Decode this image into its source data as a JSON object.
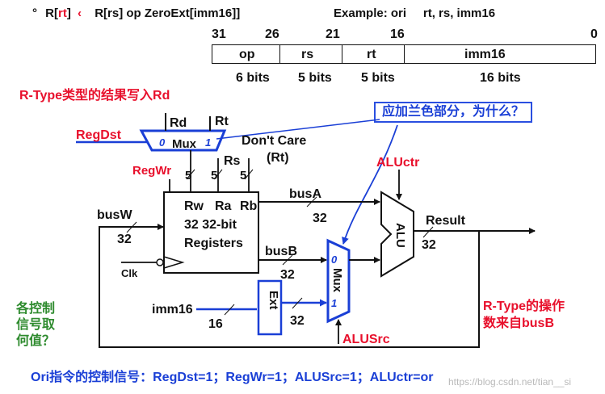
{
  "header": {
    "bullet": "°",
    "rt_prefix": "R[",
    "rt_reg": "rt",
    "rt_suffix": "]",
    "arrow": "‹",
    "expr": "R[rs] op ZeroExt[imm16]]",
    "example": "Example: ori     rt, rs, imm16"
  },
  "format": {
    "bit_labels": [
      "31",
      "26",
      "21",
      "16",
      "0"
    ],
    "fields": [
      "op",
      "rs",
      "rt",
      "imm16"
    ],
    "widths": [
      "6 bits",
      "5 bits",
      "5 bits",
      "16 bits"
    ]
  },
  "notes": {
    "rtype_title": "R-Type类型的结果写入Rd",
    "callout": "应加兰色部分，为什么？",
    "control_q": [
      "各控制",
      "信号取",
      "何值？"
    ],
    "rtype_operand": [
      "R-Type的操作",
      "数来自busB"
    ],
    "bottom": "Ori指令的控制信号：RegDst=1；RegWr=1；ALUSrc=1；ALUctr=or",
    "watermark": "https://blog.csdn.net/tian__si"
  },
  "diagram": {
    "regdst": "RegDst",
    "rd": "Rd",
    "rt": "Rt",
    "mux_top": "Mux",
    "mux_top_in0": "0",
    "mux_top_in1": "1",
    "dont_care": "Don't Care",
    "dont_care_rt": "(Rt)",
    "regwr": "RegWr",
    "rs": "Rs",
    "five_1": "5",
    "five_2": "5",
    "five_3": "5",
    "rw": "Rw",
    "ra": "Ra",
    "rb": "Rb",
    "reg_line1": "32 32-bit",
    "reg_line2": "Registers",
    "busa": "busA",
    "busa_w": "32",
    "busw": "busW",
    "busw_w": "32",
    "busb": "busB",
    "busb_w": "32",
    "clk": "Clk",
    "imm16": "imm16",
    "imm16_w": "16",
    "ext": "Ext",
    "ext_w": "32",
    "mux_alu": "Mux",
    "mux_alu_in0": "0",
    "mux_alu_in1": "1",
    "alusrc": "ALUSrc",
    "aluctr": "ALUctr",
    "alu": "ALU",
    "result": "Result",
    "result_w": "32"
  }
}
